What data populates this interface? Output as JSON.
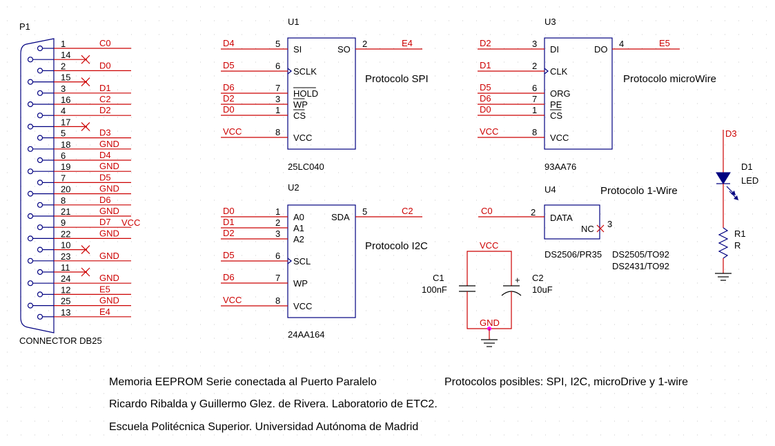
{
  "connector": {
    "ref": "P1",
    "name": "CONNECTOR DB25",
    "rows": [
      {
        "num": "1",
        "net": "C0",
        "nc": false
      },
      {
        "num": "14",
        "net": "",
        "nc": true
      },
      {
        "num": "2",
        "net": "D0",
        "nc": false
      },
      {
        "num": "15",
        "net": "",
        "nc": true
      },
      {
        "num": "3",
        "net": "D1",
        "nc": false
      },
      {
        "num": "16",
        "net": "C2",
        "nc": false
      },
      {
        "num": "4",
        "net": "D2",
        "nc": false
      },
      {
        "num": "17",
        "net": "",
        "nc": true
      },
      {
        "num": "5",
        "net": "D3",
        "nc": false
      },
      {
        "num": "18",
        "net": "GND",
        "nc": false
      },
      {
        "num": "6",
        "net": "D4",
        "nc": false
      },
      {
        "num": "19",
        "net": "GND",
        "nc": false
      },
      {
        "num": "7",
        "net": "D5",
        "nc": false
      },
      {
        "num": "20",
        "net": "GND",
        "nc": false
      },
      {
        "num": "8",
        "net": "D6",
        "nc": false
      },
      {
        "num": "21",
        "net": "GND",
        "nc": false
      },
      {
        "num": "9",
        "net": "D7",
        "nc": false
      },
      {
        "num": "22",
        "net": "GND",
        "nc": false
      },
      {
        "num": "10",
        "net": "",
        "nc": true
      },
      {
        "num": "23",
        "net": "GND",
        "nc": false
      },
      {
        "num": "11",
        "net": "",
        "nc": true
      },
      {
        "num": "24",
        "net": "GND",
        "nc": false
      },
      {
        "num": "12",
        "net": "E5",
        "nc": false
      },
      {
        "num": "25",
        "net": "GND",
        "nc": false
      },
      {
        "num": "13",
        "net": "E4",
        "nc": false
      }
    ],
    "extra_label": "VCC"
  },
  "u1": {
    "ref": "U1",
    "part": "25LC040",
    "protocol": "Protocolo SPI",
    "left_pins": [
      {
        "net": "D4",
        "num": "5",
        "name": "SI"
      },
      {
        "net": "D5",
        "num": "6",
        "name": "SCLK"
      },
      {
        "net": "D6",
        "num": "7",
        "name": "HOLD"
      },
      {
        "net": "D2",
        "num": "3",
        "name": "WP"
      },
      {
        "net": "D0",
        "num": "1",
        "name": "CS"
      },
      {
        "net": "VCC",
        "num": "8",
        "name": "VCC"
      }
    ],
    "right_pin": {
      "name": "SO",
      "num": "2",
      "net": "E4"
    }
  },
  "u3": {
    "ref": "U3",
    "part": "93AA76",
    "protocol": "Protocolo microWire",
    "left_pins": [
      {
        "net": "D2",
        "num": "3",
        "name": "DI"
      },
      {
        "net": "D1",
        "num": "2",
        "name": "CLK"
      },
      {
        "net": "D5",
        "num": "6",
        "name": "ORG"
      },
      {
        "net": "D6",
        "num": "7",
        "name": "PE"
      },
      {
        "net": "D0",
        "num": "1",
        "name": "CS"
      },
      {
        "net": "VCC",
        "num": "8",
        "name": "VCC"
      }
    ],
    "right_pin": {
      "name": "DO",
      "num": "4",
      "net": "E5"
    }
  },
  "u2": {
    "ref": "U2",
    "part": "24AA164",
    "protocol": "Protocolo I2C",
    "left_pins": [
      {
        "net": "D0",
        "num": "1",
        "name": "A0"
      },
      {
        "net": "D1",
        "num": "2",
        "name": "A1"
      },
      {
        "net": "D2",
        "num": "3",
        "name": "A2"
      },
      {
        "net": "D5",
        "num": "6",
        "name": "SCL"
      },
      {
        "net": "D6",
        "num": "7",
        "name": "WP"
      },
      {
        "net": "VCC",
        "num": "8",
        "name": "VCC"
      }
    ],
    "right_pin": {
      "name": "SDA",
      "num": "5",
      "net": "C2"
    }
  },
  "u4": {
    "ref": "U4",
    "part": "DS2506/PR35",
    "alt_parts": [
      "DS2505/TO92",
      "DS2431/TO92"
    ],
    "protocol": "Protocolo 1-Wire",
    "data_pin": {
      "net": "C0",
      "num": "2",
      "name": "DATA"
    },
    "nc_pin": {
      "name": "NC",
      "num": "3"
    }
  },
  "caps": {
    "vcc": "VCC",
    "gnd": "GND",
    "c1": {
      "ref": "C1",
      "value": "100nF"
    },
    "c2": {
      "ref": "C2",
      "value": "10uF",
      "polarity": "+"
    }
  },
  "led": {
    "net": "D3",
    "d_ref": "D1",
    "d_value": "LED",
    "r_ref": "R1",
    "r_value": "R"
  },
  "footer": {
    "line1": "Memoria EEPROM Serie conectada al Puerto Paralelo",
    "line1b": "Protocolos posibles: SPI, I2C, microDrive y 1-wire",
    "line2": "Ricardo Ribalda y Guillermo Glez. de Rivera. Laboratorio de ETC2.",
    "line3": "Escuela Politécnica Superior. Universidad Autónoma de Madrid"
  },
  "colors": {
    "wire": "#cc0000",
    "body": "#000080",
    "junction": "#ff00ff"
  }
}
